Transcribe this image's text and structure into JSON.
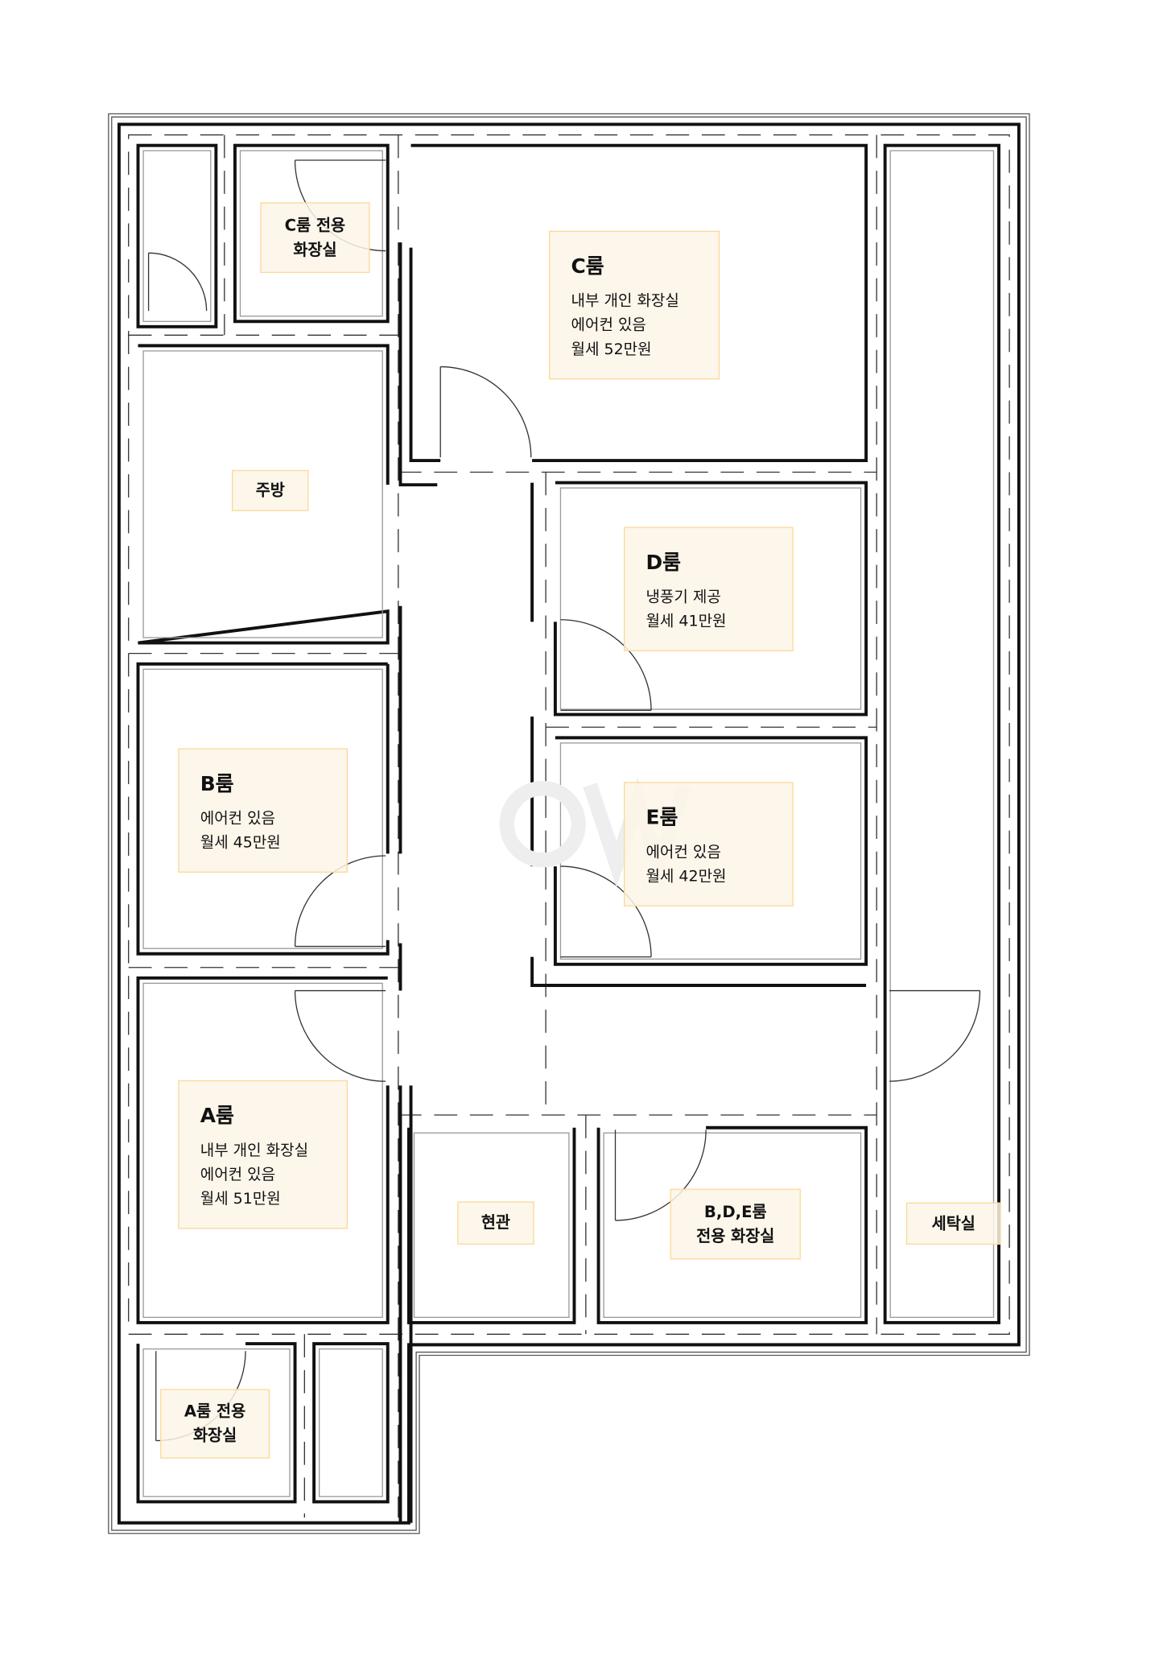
{
  "rooms": {
    "c_toilet": {
      "lines": [
        "C룸 전용",
        "화장실"
      ]
    },
    "c": {
      "title": "C룸",
      "details": [
        "내부 개인 화장실",
        "에어컨 있음",
        "월세 52만원"
      ]
    },
    "kitchen": {
      "lines": [
        "주방"
      ]
    },
    "d": {
      "title": "D룸",
      "details": [
        "냉풍기 제공",
        "월세 41만원"
      ]
    },
    "b": {
      "title": "B룸",
      "details": [
        "에어컨 있음",
        "월세 45만원"
      ]
    },
    "e": {
      "title": "E룸",
      "details": [
        "에어컨 있음",
        "월세 42만원"
      ]
    },
    "a": {
      "title": "A룸",
      "details": [
        "내부 개인 화장실",
        "에어컨 있음",
        "월세 51만원"
      ]
    },
    "entrance": {
      "lines": [
        "현관"
      ]
    },
    "bde_toilet": {
      "lines": [
        "B,D,E룸",
        "전용 화장실"
      ]
    },
    "laundry": {
      "lines": [
        "세탁실"
      ]
    },
    "a_toilet": {
      "lines": [
        "A룸 전용",
        "화장실"
      ]
    }
  },
  "colors": {
    "label_fill": "#fdf5e7",
    "label_border": "#fcd998",
    "wall": "#111111"
  }
}
